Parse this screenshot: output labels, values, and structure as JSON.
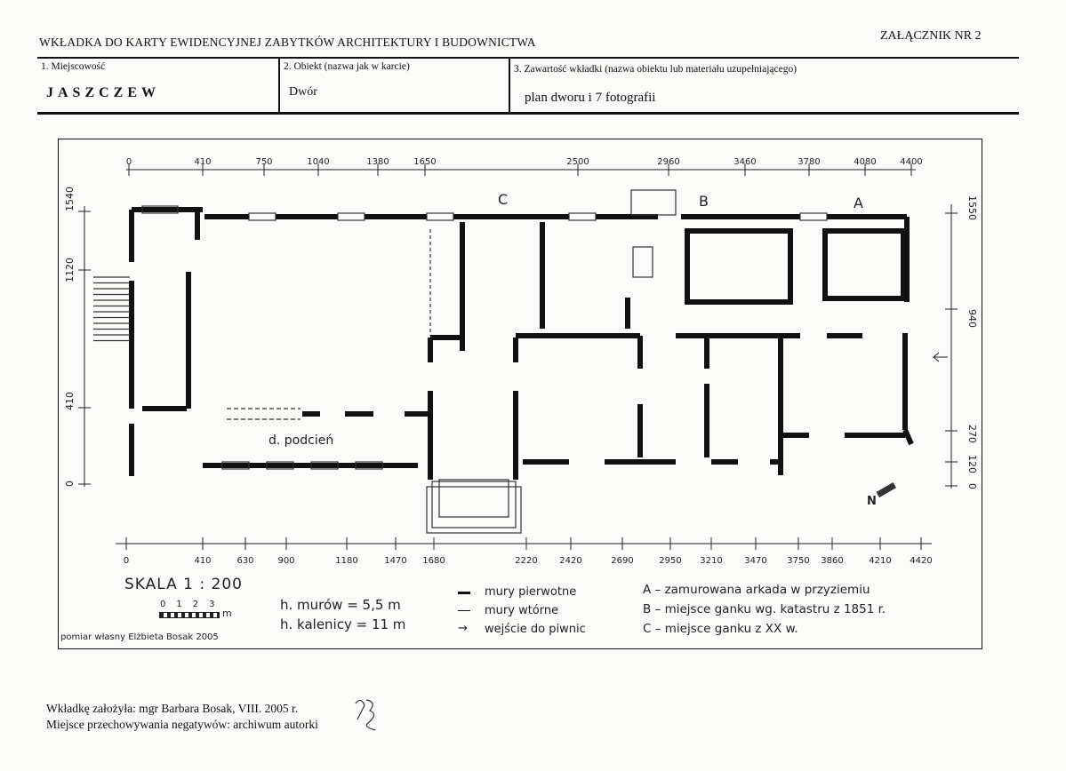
{
  "header": {
    "title": "WKŁADKA DO KARTY EWIDENCYJNEJ ZABYTKÓW ARCHITEKTURY I BUDOWNICTWA",
    "annex": "ZAŁĄCZNIK NR 2"
  },
  "fields": {
    "place_label": "1. Miejscowość",
    "place_value": "JASZCZEW",
    "object_label": "2. Obiekt (nazwa jak w karcie)",
    "object_value": "Dwór",
    "content_label": "3. Zawartość wkładki (nazwa obiektu lub materiału uzupełniającego)",
    "content_value": "plan dworu i 7 fotografii"
  },
  "plan": {
    "top_dims": [
      "0",
      "410",
      "750",
      "1040",
      "1380",
      "1650",
      "2500",
      "2960",
      "3460",
      "3780",
      "4080",
      "4400"
    ],
    "bottom_dims": [
      "0",
      "410",
      "630",
      "900",
      "1180",
      "1470",
      "1680",
      "2220",
      "2420",
      "2690",
      "2950",
      "3210",
      "3470",
      "3750",
      "3860",
      "4210",
      "4420"
    ],
    "left_dims": [
      "1540",
      "1120",
      "410",
      "0"
    ],
    "right_dims": [
      "1550",
      "940",
      "270",
      "120",
      "0"
    ],
    "section_labels": [
      "A",
      "B",
      "C"
    ],
    "porch_label": "d. podcień",
    "scale_title": "SKALA 1 : 200",
    "scale_ticks": [
      "0",
      "1",
      "2",
      "3"
    ],
    "scale_unit": "m",
    "survey_note": "pomiar własny Elżbieta Bosak 2005",
    "wall_height": "h. murów = 5,5 m",
    "ridge_height": "h. kalenicy = 11 m",
    "legend": [
      "mury pierwotne",
      "mury wtórne",
      "wejście do piwnic"
    ],
    "notes": [
      "A – zamurowana arkada w przyziemiu",
      "B – miejsce ganku wg. katastru z 1851 r.",
      "C – miejsce ganku z XX w."
    ],
    "north_label": "N"
  },
  "footer": {
    "created_by": "Wkładkę założyła: mgr Barbara Bosak, VIII. 2005 r.",
    "negatives": "Miejsce przechowywania negatywów: archiwum autorki"
  }
}
